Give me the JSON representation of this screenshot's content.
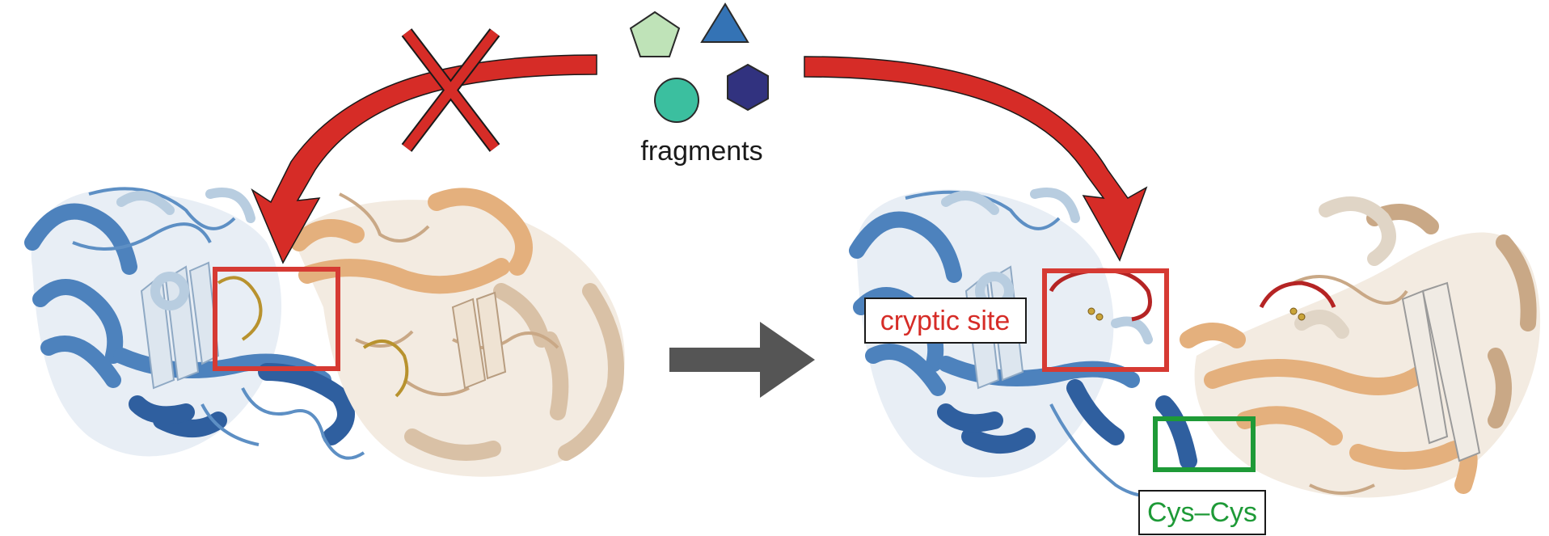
{
  "fragments_label": "fragments",
  "cryptic_site_label": "cryptic site",
  "cys_cys_label": "Cys–Cys",
  "colors": {
    "arrow_red": "#d62c27",
    "highlight_red": "#d63a33",
    "highlight_green": "#1e9a37",
    "blue_domain": "#4d82bd",
    "blue_dark": "#2f5f9f",
    "blue_light": "#b8cde0",
    "tan_domain": "#e4b07d",
    "tan_light": "#ddc8b0",
    "loop_gold": "#b8922e",
    "loop_red": "#b52424",
    "transition_arrow": "#555555",
    "pentagon": "#bfe3b8",
    "triangle": "#3473b5",
    "circle": "#3bbf9f",
    "hexagon": "#31327f"
  },
  "icons": {
    "pentagon": "pentagon-fragment-icon",
    "triangle": "triangle-fragment-icon",
    "circle": "circle-fragment-icon",
    "hexagon": "hexagon-fragment-icon",
    "blocked": "x-mark-icon",
    "transition": "right-arrow-icon"
  }
}
